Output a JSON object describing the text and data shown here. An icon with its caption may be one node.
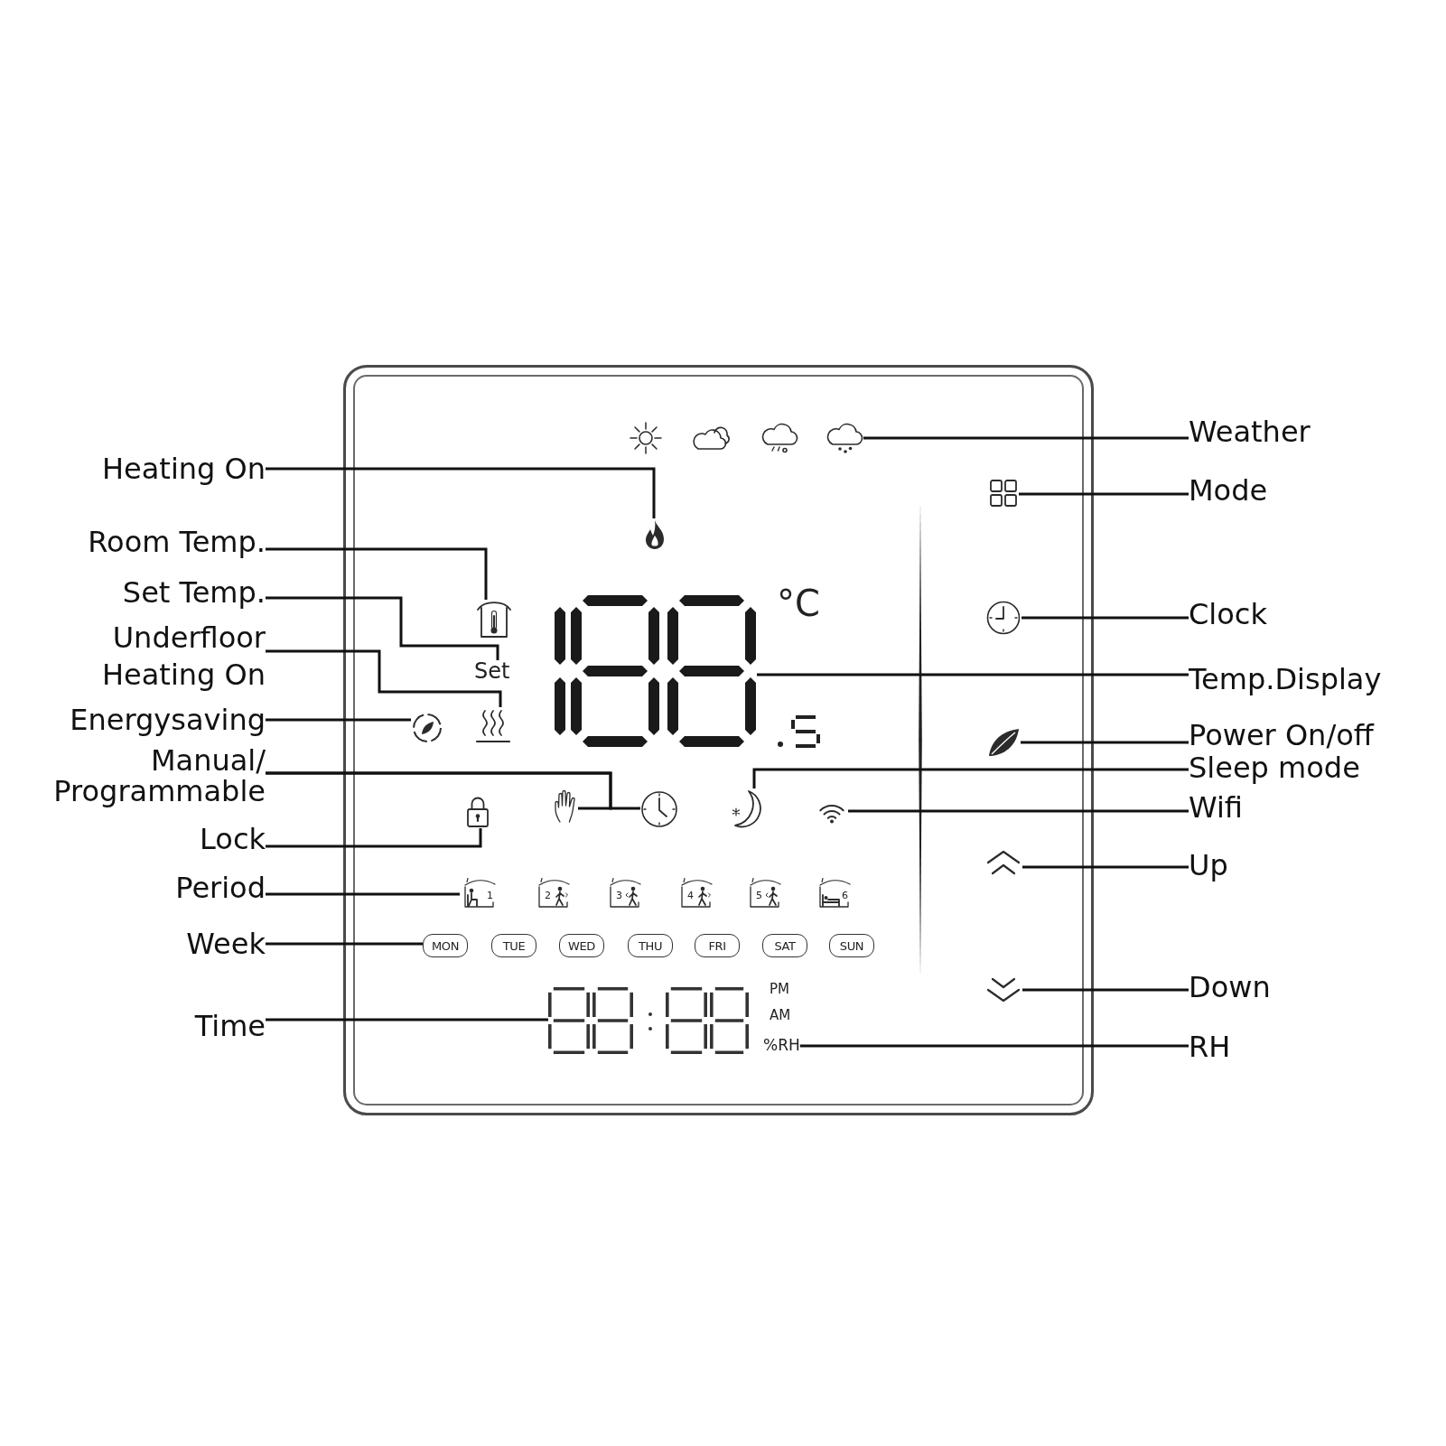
{
  "diagram": {
    "nodes": [
      {
        "text": [],
        "shape": "box"
      },
      {
        "text": [],
        "shape": "picture",
        "in": 0
      },
      {
        "text": [
          "Weather"
        ]
      },
      {
        "text": [
          "Heating On"
        ]
      },
      {
        "text": [],
        "shape": "picture",
        "in": 0
      },
      {
        "text": [],
        "shape": "picture",
        "in": 0
      },
      {
        "text": [
          "Mode"
        ]
      },
      {
        "text": [
          "Room Temp."
        ]
      },
      {
        "text": [],
        "shape": "picture",
        "in": 0
      },
      {
        "text": [
          "Set Temp."
        ]
      },
      {
        "text": [
          "Set"
        ],
        "in": 0
      },
      {
        "text": [
          "Underfloor Heating On"
        ]
      },
      {
        "text": [],
        "shape": "picture",
        "in": 0
      },
      {
        "text": [],
        "shape": "picture",
        "in": 0
      },
      {
        "text": [
          "Clock"
        ]
      },
      {
        "text": [],
        "shape": "picture",
        "in": 0
      },
      {
        "text": [
          "Temp.Display"
        ]
      },
      {
        "text": [
          "Energysaving"
        ]
      },
      {
        "text": [],
        "shape": "picture",
        "in": 0
      },
      {
        "text": [],
        "shape": "picture",
        "in": 0
      },
      {
        "text": [
          "Power On/off"
        ]
      },
      {
        "text": [
          "Manual/ Programmable"
        ]
      },
      {
        "text": [],
        "shape": "picture",
        "in": 0
      },
      {
        "text": [],
        "shape": "picture",
        "in": 0
      },
      {
        "text": [],
        "shape": "picture",
        "in": 0
      },
      {
        "text": [
          "Sleep mode"
        ]
      },
      {
        "text": [],
        "shape": "picture",
        "in": 0
      },
      {
        "text": [
          "Wifi"
        ]
      },
      {
        "text": [
          "Lock"
        ]
      },
      {
        "text": [],
        "shape": "picture",
        "in": 0
      },
      {
        "text": [],
        "shape": "picture",
        "in": 0
      },
      {
        "text": [
          "Up"
        ]
      },
      {
        "text": [
          "Period"
        ]
      },
      {
        "text": [
          "1"
        ],
        "in": 0
      },
      {
        "text": [
          "2"
        ],
        "in": 0
      },
      {
        "text": [
          "3"
        ],
        "in": 0
      },
      {
        "text": [
          "4"
        ],
        "in": 0
      },
      {
        "text": [
          "5"
        ],
        "in": 0
      },
      {
        "text": [
          "6"
        ],
        "in": 0
      },
      {
        "text": [
          "Week"
        ]
      },
      {
        "text": [
          "MON"
        ],
        "in": 0
      },
      {
        "text": [
          "TUE"
        ],
        "in": 0
      },
      {
        "text": [
          "WED"
        ],
        "in": 0
      },
      {
        "text": [
          "THU"
        ],
        "in": 0
      },
      {
        "text": [
          "FRI"
        ],
        "in": 0
      },
      {
        "text": [
          "SAT"
        ],
        "in": 0
      },
      {
        "text": [
          "SUN"
        ],
        "in": 0
      },
      {
        "text": [],
        "shape": "picture",
        "in": 0
      },
      {
        "text": [
          "Down"
        ]
      },
      {
        "text": [
          "Time"
        ]
      },
      {
        "text": [],
        "shape": "picture",
        "in": 0
      },
      {
        "text": [
          "%RH"
        ],
        "in": 0
      },
      {
        "text": [
          "RH"
        ]
      }
    ],
    "edges": [
      {
        "from": 2,
        "to": 1,
        "arrow": "none"
      },
      {
        "from": 3,
        "to": 4,
        "arrow": "none"
      },
      {
        "from": 6,
        "to": 5,
        "arrow": "none"
      },
      {
        "from": 7,
        "to": 8,
        "arrow": "none"
      },
      {
        "from": 9,
        "to": 10,
        "arrow": "none"
      },
      {
        "from": 11,
        "to": 12,
        "arrow": "none"
      },
      {
        "from": 14,
        "to": 13,
        "arrow": "none"
      },
      {
        "from": 16,
        "to": 15,
        "arrow": "none"
      },
      {
        "from": 17,
        "to": 18,
        "arrow": "none"
      },
      {
        "from": 20,
        "to": 19,
        "arrow": "none"
      },
      {
        "from": 21,
        "to": 22,
        "arrow": "none"
      },
      {
        "from": 21,
        "to": 23,
        "arrow": "none"
      },
      {
        "from": 25,
        "to": 24,
        "arrow": "none"
      },
      {
        "from": 27,
        "to": 26,
        "arrow": "none"
      },
      {
        "from": 28,
        "to": 29,
        "arrow": "none"
      },
      {
        "from": 31,
        "to": 30,
        "arrow": "none"
      },
      {
        "from": 32,
        "to": 33,
        "arrow": "none"
      },
      {
        "from": 39,
        "to": 40,
        "arrow": "none"
      },
      {
        "from": 48,
        "to": 47,
        "arrow": "none"
      },
      {
        "from": 49,
        "to": 50,
        "arrow": "none"
      },
      {
        "from": 52,
        "to": 51,
        "arrow": "none"
      }
    ],
    "labels": [
      "°C",
      "PM",
      "AM"
    ]
  }
}
